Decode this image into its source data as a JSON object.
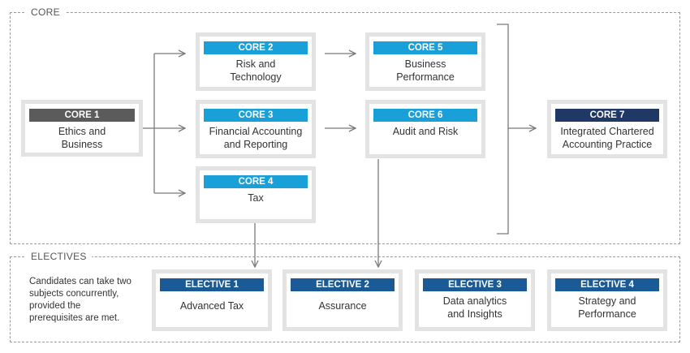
{
  "regions": {
    "core_label": "CORE",
    "electives_label": "ELECTIVES"
  },
  "core": [
    {
      "tag": "CORE 1",
      "lines": [
        "Ethics and",
        "Business"
      ]
    },
    {
      "tag": "CORE 2",
      "lines": [
        "Risk and",
        "Technology"
      ]
    },
    {
      "tag": "CORE 3",
      "lines": [
        "Financial Accounting",
        "and Reporting"
      ]
    },
    {
      "tag": "CORE 4",
      "lines": [
        "Tax",
        ""
      ]
    },
    {
      "tag": "CORE 5",
      "lines": [
        "Business",
        "Performance"
      ]
    },
    {
      "tag": "CORE 6",
      "lines": [
        "Audit and Risk",
        ""
      ]
    },
    {
      "tag": "CORE 7",
      "lines": [
        "Integrated Chartered",
        "Accounting Practice"
      ]
    }
  ],
  "electives": [
    {
      "tag": "ELECTIVE 1",
      "lines": [
        "Advanced Tax",
        ""
      ]
    },
    {
      "tag": "ELECTIVE 2",
      "lines": [
        "Assurance",
        ""
      ]
    },
    {
      "tag": "ELECTIVE 3",
      "lines": [
        "Data analytics",
        "and Insights"
      ]
    },
    {
      "tag": "ELECTIVE 4",
      "lines": [
        "Strategy and",
        "Performance"
      ]
    }
  ],
  "note": {
    "lines": [
      "Candidates can take two",
      "subjects concurrently,",
      "provided the",
      "prerequisites are met."
    ]
  },
  "colors": {
    "core1_tag": "#5b5b5b",
    "core_tag": "#1aa0d8",
    "core7_tag": "#203866",
    "elective_tag": "#1a5a96",
    "card_border": "#e3e3e3",
    "connector": "#7a7a7a"
  }
}
